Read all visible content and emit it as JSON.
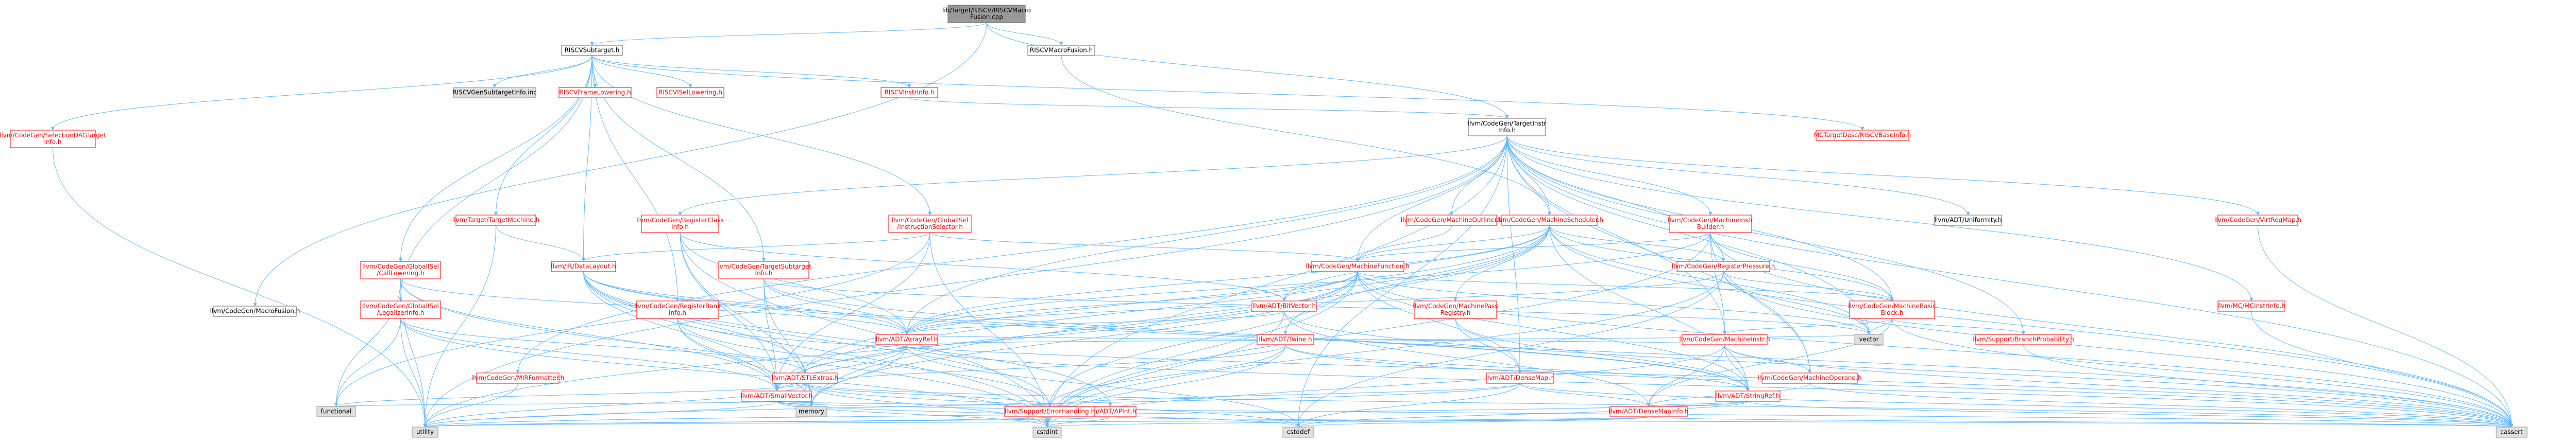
{
  "colors": {
    "root_fill": "#999999",
    "red_text": "#ff0000",
    "default_text": "#000000",
    "box_stroke": "#666666",
    "sys_fill": "#e0e0e0",
    "sys_stroke": "#999999",
    "edge": "#63b8ff"
  },
  "nodes": [
    {
      "id": "root",
      "label": "lib/Target/RISCV/RISCVMacro\nFusion.cpp",
      "kind": "root"
    },
    {
      "id": "riscvsubtarget",
      "label": "RISCVSubtarget.h",
      "kind": "plain"
    },
    {
      "id": "riscvmacrofusionh",
      "label": "RISCVMacroFusion.h",
      "kind": "plain"
    },
    {
      "id": "cgmacrofusion",
      "label": "llvm/CodeGen/MacroFusion.h",
      "kind": "plain"
    },
    {
      "id": "tsi",
      "label": "llvm/CodeGen/TargetInstr\nInfo.h",
      "kind": "plain"
    },
    {
      "id": "riscvgensubtarget",
      "label": "RISCVGenSubtargetInfo.inc",
      "kind": "sys"
    },
    {
      "id": "riscvframelowering",
      "label": "RISCVFrameLowering.h",
      "kind": "red"
    },
    {
      "id": "riscvisellowering",
      "label": "RISCVISelLowering.h",
      "kind": "red"
    },
    {
      "id": "riscvinstrinfo",
      "label": "RISCVInstrInfo.h",
      "kind": "red"
    },
    {
      "id": "selectiondagtarget",
      "label": "llvm/CodeGen/SelectionDAGTarget\nInfo.h",
      "kind": "red"
    },
    {
      "id": "globaliselinstsel",
      "label": "llvm/CodeGen/GlobalISel\n/InstructionSelector.h",
      "kind": "red"
    },
    {
      "id": "targettargetmachine",
      "label": "llvm/Target/TargetMachine.h",
      "kind": "red"
    },
    {
      "id": "riscvbaseinfo",
      "label": "MCTargetDesc/RISCVBaseInfo.h",
      "kind": "red"
    },
    {
      "id": "adtuniformity",
      "label": "llvm/ADT/Uniformity.h",
      "kind": "plain"
    },
    {
      "id": "cgmachinescheduler",
      "label": "llvm/CodeGen/MachineScheduler.h",
      "kind": "red"
    },
    {
      "id": "cgmachineoutliner",
      "label": "llvm/CodeGen/MachineOutliner.h",
      "kind": "red"
    },
    {
      "id": "cgmachineinstrbuilder",
      "label": "llvm/CodeGen/MachineInstr\nBuilder.h",
      "kind": "red"
    },
    {
      "id": "cgregisterclassinfo",
      "label": "llvm/CodeGen/RegisterClass\nInfo.h",
      "kind": "red"
    },
    {
      "id": "cgvirtregmap",
      "label": "llvm/CodeGen/VirtRegMap.h",
      "kind": "red"
    },
    {
      "id": "cgglobaliselcalllowering",
      "label": "llvm/CodeGen/GlobalISel\n/CallLowering.h",
      "kind": "red"
    },
    {
      "id": "cgtargetsubtargetinfo",
      "label": "llvm/CodeGen/TargetSubtarget\nInfo.h",
      "kind": "red"
    },
    {
      "id": "cgmachinefunction",
      "label": "llvm/CodeGen/MachineFunction.h",
      "kind": "red"
    },
    {
      "id": "cgregisterpressure",
      "label": "llvm/CodeGen/RegisterPressure.h",
      "kind": "red"
    },
    {
      "id": "irdatalayout",
      "label": "llvm/IR/DataLayout.h",
      "kind": "red"
    },
    {
      "id": "cgglobalisellegalizer",
      "label": "llvm/CodeGen/GlobalISel\n/LegalizerInfo.h",
      "kind": "red"
    },
    {
      "id": "cgregisterbankinfo",
      "label": "llvm/CodeGen/RegisterBank\nInfo.h",
      "kind": "red"
    },
    {
      "id": "adtbitvector",
      "label": "llvm/ADT/BitVector.h",
      "kind": "red"
    },
    {
      "id": "cgmachinepassregistry",
      "label": "llvm/CodeGen/MachinePass\nRegistry.h",
      "kind": "red"
    },
    {
      "id": "cgmachinebasicblock",
      "label": "llvm/CodeGen/MachineBasic\nBlock.h",
      "kind": "red"
    },
    {
      "id": "mcmcinstrinfo",
      "label": "llvm/MC/MCInstrInfo.h",
      "kind": "red"
    },
    {
      "id": "adttwine",
      "label": "llvm/ADT/Twine.h",
      "kind": "red"
    },
    {
      "id": "adtarrayref",
      "label": "llvm/ADT/ArrayRef.h",
      "kind": "red"
    },
    {
      "id": "cgmachineinstr",
      "label": "llvm/CodeGen/MachineInstr.h",
      "kind": "red"
    },
    {
      "id": "supportbranchprob",
      "label": "llvm/Support/BranchProbability.h",
      "kind": "red"
    },
    {
      "id": "cgmirformatter",
      "label": "llvm/CodeGen/MIRFormatter.h",
      "kind": "red"
    },
    {
      "id": "adtstlextras",
      "label": "llvm/ADT/STLExtras.h",
      "kind": "red"
    },
    {
      "id": "cgmachineoperand",
      "label": "llvm/CodeGen/MachineOperand.h",
      "kind": "red"
    },
    {
      "id": "adtsmallvector",
      "label": "llvm/ADT/SmallVector.h",
      "kind": "red"
    },
    {
      "id": "adtdensemap",
      "label": "llvm/ADT/DenseMap.h",
      "kind": "red"
    },
    {
      "id": "adtstringref",
      "label": "llvm/ADT/StringRef.h",
      "kind": "red"
    },
    {
      "id": "adtapint",
      "label": "llvm/ADT/APInt.h",
      "kind": "red"
    },
    {
      "id": "supporterrorhandling",
      "label": "llvm/Support/ErrorHandling.h",
      "kind": "red"
    },
    {
      "id": "adtdensemapinfo",
      "label": "llvm/ADT/DenseMapInfo.h",
      "kind": "red"
    },
    {
      "id": "vector",
      "label": "vector",
      "kind": "sys"
    },
    {
      "id": "functional",
      "label": "functional",
      "kind": "sys"
    },
    {
      "id": "memory",
      "label": "memory",
      "kind": "sys"
    },
    {
      "id": "utility",
      "label": "utility",
      "kind": "sys"
    },
    {
      "id": "cstdint",
      "label": "cstdint",
      "kind": "sys"
    },
    {
      "id": "cstddef",
      "label": "cstddef",
      "kind": "sys"
    },
    {
      "id": "cassert",
      "label": "cassert",
      "kind": "sys"
    }
  ]
}
